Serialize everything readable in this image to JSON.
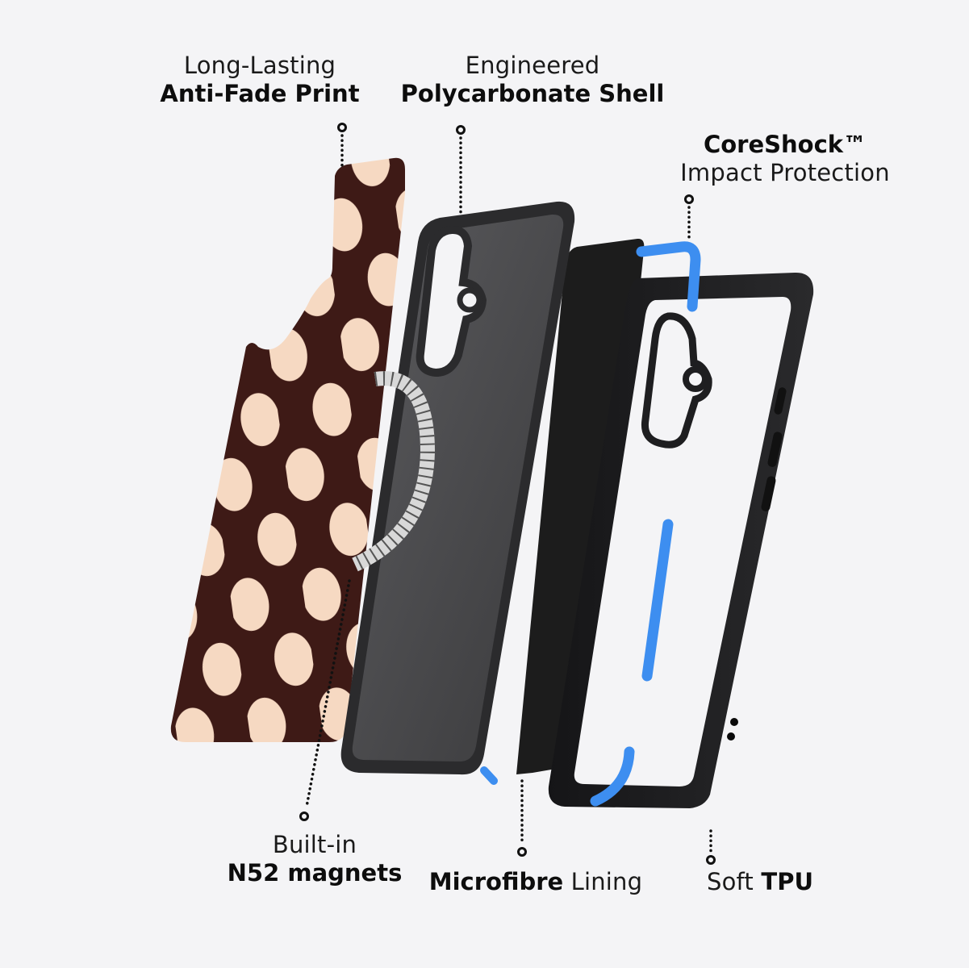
{
  "background_color": "#f4f4f6",
  "colors": {
    "print_dark": "#3e1a16",
    "print_dot": "#f6d9c2",
    "shell_dark": "#3d3d40",
    "shell_face": "#5a5a5d",
    "lining": "#1c1c1c",
    "bumper": "#1e1e20",
    "coreshock_blue": "#3d8ef0",
    "magnet_silver": "#d8d8d8"
  },
  "callouts": [
    {
      "id": "anti-fade-print",
      "lines": [
        {
          "parts": [
            {
              "text": "Long-Lasting",
              "weight": "regular"
            }
          ]
        },
        {
          "parts": [
            {
              "text": "Anti-Fade Print",
              "weight": "bold"
            }
          ]
        }
      ],
      "position": "top"
    },
    {
      "id": "polycarbonate-shell",
      "lines": [
        {
          "parts": [
            {
              "text": "Engineered",
              "weight": "regular"
            }
          ]
        },
        {
          "parts": [
            {
              "text": "Polycarbonate Shell",
              "weight": "bold"
            }
          ]
        }
      ],
      "position": "top"
    },
    {
      "id": "coreshock",
      "lines": [
        {
          "parts": [
            {
              "text": "CoreShock™",
              "weight": "bold"
            }
          ]
        },
        {
          "parts": [
            {
              "text": "Impact Protection",
              "weight": "regular"
            }
          ]
        }
      ],
      "position": "top"
    },
    {
      "id": "n52-magnets",
      "lines": [
        {
          "parts": [
            {
              "text": "Built-in",
              "weight": "regular"
            }
          ]
        },
        {
          "parts": [
            {
              "text": "N52 magnets",
              "weight": "bold"
            }
          ]
        }
      ],
      "position": "bottom"
    },
    {
      "id": "microfibre-lining",
      "lines": [
        {
          "parts": [
            {
              "text": "Microfibre",
              "weight": "bold"
            },
            {
              "text": " Lining",
              "weight": "regular"
            }
          ]
        }
      ],
      "position": "bottom"
    },
    {
      "id": "soft-tpu",
      "lines": [
        {
          "parts": [
            {
              "text": "Soft ",
              "weight": "regular"
            },
            {
              "text": "TPU",
              "weight": "bold"
            }
          ]
        }
      ],
      "position": "bottom"
    }
  ],
  "layers": [
    {
      "name": "Anti-Fade Print back plate",
      "pattern": "polka dots"
    },
    {
      "name": "Polycarbonate shell with MagSafe ring"
    },
    {
      "name": "Microfibre lining"
    },
    {
      "name": "TPU bumper frame with CoreShock inserts"
    }
  ]
}
